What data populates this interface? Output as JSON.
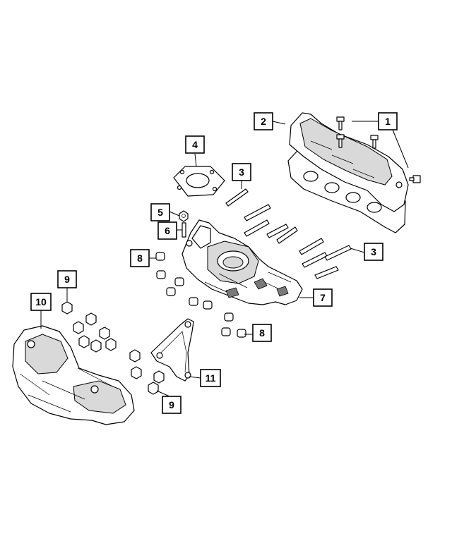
{
  "callouts": {
    "c1": "1",
    "c2": "2",
    "c3a": "3",
    "c3b": "3",
    "c4": "4",
    "c5": "5",
    "c6": "6",
    "c7": "7",
    "c8a": "8",
    "c8b": "8",
    "c9a": "9",
    "c9b": "9",
    "c10": "10",
    "c11": "11"
  }
}
